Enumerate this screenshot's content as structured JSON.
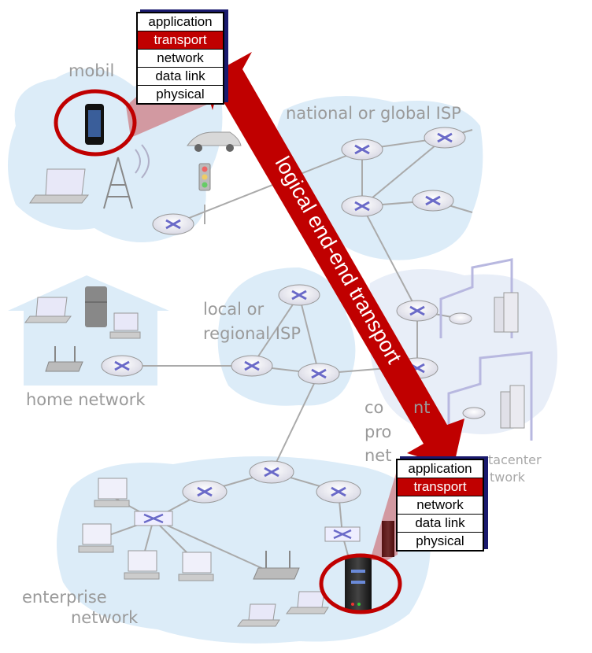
{
  "arrow_label": "logical end-end transport",
  "region_labels": {
    "mobile": "mobil",
    "national": "national or global ISP",
    "local_line1": "local or",
    "local_line2": "regional ISP",
    "home": "home network",
    "content_line1": "co",
    "content_line1b": "nt",
    "content_line2": "pro",
    "content_line3": "net",
    "datacenter_line1": "tacenter",
    "datacenter_line2": "twork",
    "enterprise_line1": "enterprise",
    "enterprise_line2": "network"
  },
  "stack_top": {
    "layers": [
      "application",
      "transport",
      "network",
      "data link",
      "physical"
    ],
    "highlight": "transport"
  },
  "stack_bottom": {
    "layers": [
      "application",
      "transport",
      "network",
      "data link",
      "physical"
    ],
    "highlight": "transport"
  },
  "colors": {
    "arrow": "#c00000",
    "highlight": "#c00000",
    "region_fill": "#dcecf8",
    "router_blue": "#6a6ac8",
    "label_gray": "#9a9a9a"
  }
}
